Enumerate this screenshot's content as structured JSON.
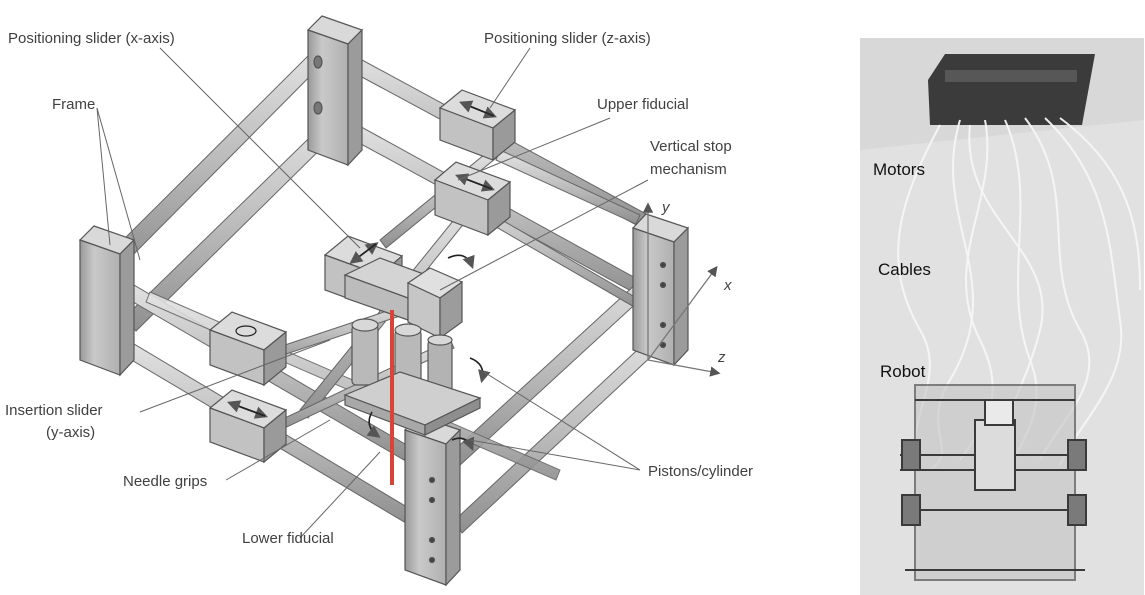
{
  "diagram": {
    "labels": {
      "positioning_slider_x": "Positioning slider (x-axis)",
      "positioning_slider_z": "Positioning slider (z-axis)",
      "frame": "Frame",
      "upper_fiducial": "Upper fiducial",
      "vertical_stop_line1": "Vertical stop",
      "vertical_stop_line2": "mechanism",
      "insertion_slider_line1": "Insertion slider",
      "insertion_slider_line2": "(y-axis)",
      "needle_grips": "Needle grips",
      "lower_fiducial": "Lower fiducial",
      "pistons_cylinder": "Pistons/cylinder"
    },
    "axes": {
      "x": "x",
      "y": "y",
      "z": "z"
    },
    "colors": {
      "needle": "#d9443a",
      "part_fill": "#cfcfcf",
      "rod_fill": "#c7c7c7",
      "outline": "#555555"
    }
  },
  "photo": {
    "labels": {
      "motors": "Motors",
      "cables": "Cables",
      "robot": "Robot"
    }
  }
}
